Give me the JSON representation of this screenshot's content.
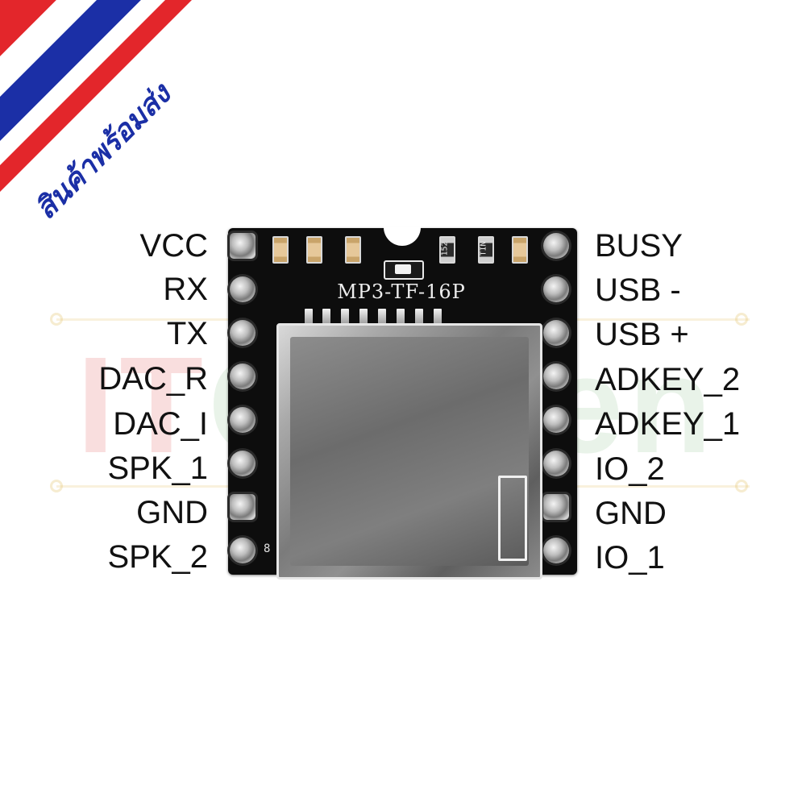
{
  "banner": {
    "text": "สินค้าพร้อมส่ง",
    "colors": {
      "red": "#e3262b",
      "white": "#ffffff",
      "blue": "#1b2fa6"
    }
  },
  "watermark": {
    "text_left": "IT",
    "text_right": "Garden"
  },
  "module": {
    "silkscreen": "MP3-TF-16P",
    "resistor_marks": [
      "152",
      "TIN"
    ],
    "board_color": "#0d0d0d"
  },
  "pins": {
    "left": [
      "VCC",
      "RX",
      "TX",
      "DAC_R",
      "DAC_I",
      "SPK_1",
      "GND",
      "SPK_2"
    ],
    "right": [
      "BUSY",
      "USB -",
      "USB +",
      "ADKEY_2",
      "ADKEY_1",
      "IO_2",
      "GND",
      "IO_1"
    ]
  }
}
